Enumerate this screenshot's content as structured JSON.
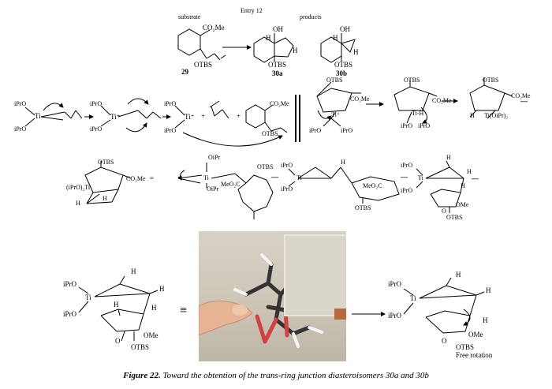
{
  "figure": {
    "caption_title": "Figure 22.",
    "caption_text": "Toward the obtention of the trans-ring junction diasteroisomers 30a and 30b"
  },
  "row1": {
    "entry": "Entry 12",
    "substrate_header": "substrate",
    "products_header": "products",
    "compounds": [
      "29",
      "30a",
      "30b"
    ],
    "labels": {
      "co2me": "CO₂Me",
      "otbs": "OTBS",
      "oh": "OH",
      "h": "H"
    }
  },
  "row2": {
    "ipro": "iPrO",
    "ti": "Ti",
    "ti_plus": "Ti⁺",
    "plus": "+",
    "co2me": "CO₂Me",
    "otbs": "OTBS",
    "h": "H",
    "ti_h": "Ti-H",
    "ti_opr2": "Ti(OiPr)₂"
  },
  "row3": {
    "tioipr2": "(iPrO)₂Ti",
    "co2me": "CO₂Me",
    "otbs": "OTBS",
    "h": "H",
    "opr": "OiPr",
    "ti": "Ti",
    "meo2c": "MeO₂C",
    "ipro": "iPrO",
    "equals": "=",
    "ome": "OMe",
    "o": "O"
  },
  "row4": {
    "ipro": "iPrO",
    "ti": "Ti",
    "h": "H",
    "ome": "OMe",
    "otbs": "OTBS",
    "o": "O",
    "equiv": "≡",
    "free_rotation": "Free rotation"
  }
}
